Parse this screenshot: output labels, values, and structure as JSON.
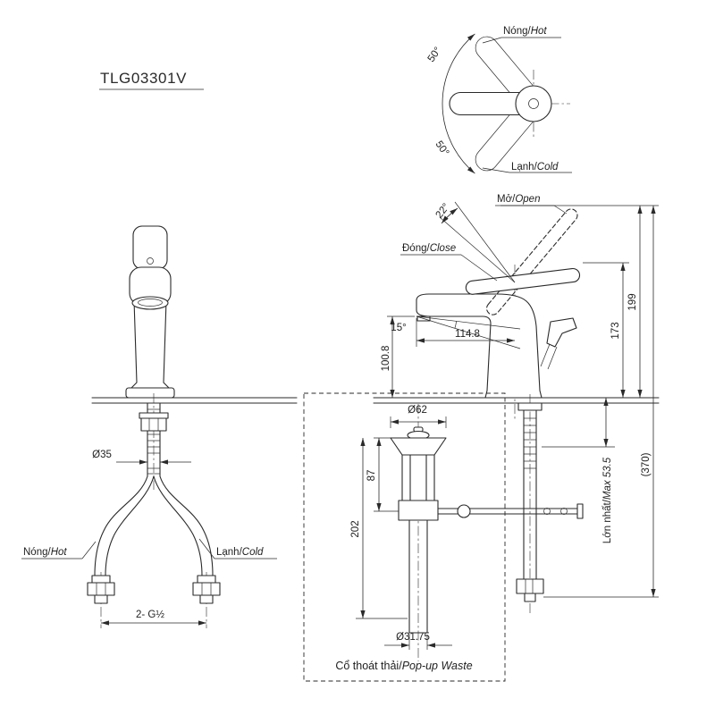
{
  "title": "TLG03301V",
  "colors": {
    "line": "#2a2a2a",
    "background": "#ffffff"
  },
  "top_view": {
    "hot": {
      "vi": "Nóng/",
      "en": "Hot"
    },
    "cold": {
      "vi": "Lạnh/",
      "en": "Cold"
    },
    "angle_hot": "50°",
    "angle_cold": "50°"
  },
  "side_view": {
    "open": {
      "vi": "Mở/",
      "en": "Open"
    },
    "close": {
      "vi": "Đóng/",
      "en": "Close"
    },
    "angle_open": "22°",
    "angle_spout": "15°",
    "dim_spout_reach": "114.8",
    "dim_spout_height": "100.8",
    "dim_height_closed": "173",
    "dim_height_open": "199",
    "dim_overall": "(370)",
    "dim_max_counter": {
      "vi": "Lớn nhất/",
      "en": "Max 53.5"
    }
  },
  "front_view": {
    "dim_shank": "Ø35",
    "hot": {
      "vi": "Nóng/",
      "en": "Hot"
    },
    "cold": {
      "vi": "Lạnh/",
      "en": "Cold"
    },
    "dim_thread": "2- G½"
  },
  "waste": {
    "dim_flange": "Ø62",
    "dim_plug_depth": "87",
    "dim_body_length": "202",
    "dim_pipe": "Ø31.75",
    "label": {
      "vi": "Cổ thoát thải/",
      "en": "Pop-up Waste"
    }
  }
}
